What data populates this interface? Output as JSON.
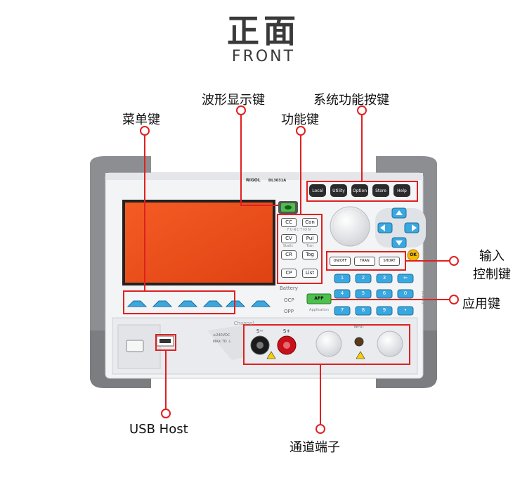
{
  "title": {
    "cn": "正面",
    "en": "FRONT"
  },
  "callouts": {
    "menu_keys": "菜单键",
    "waveform_key": "波形显示键",
    "function_keys": "功能键",
    "system_keys": "系统功能按键",
    "input_control_line1": "输入",
    "input_control_line2": "控制键",
    "apply_key": "应用键",
    "usb_host": "USB Host",
    "channel_terminals": "通道端子"
  },
  "device": {
    "brand": "RIGOL",
    "model": "DL3031A",
    "system_buttons": [
      "Local",
      "Utility",
      "Option",
      "Store",
      "Help"
    ],
    "function_buttons": {
      "cc": "CC",
      "con": "Con",
      "function_label": "FUNCTION",
      "cv": "CV",
      "pul": "Pul",
      "static_label": "Static",
      "tran_label": "Tran",
      "cr": "CR",
      "tog": "Tog",
      "cp": "CP",
      "list": "List"
    },
    "input_buttons": [
      "ON/OFF",
      "TRAN",
      "SHORT"
    ],
    "ok_label": "OK",
    "keypad": [
      "1",
      "2",
      "3",
      "⇐",
      "4",
      "5",
      "6",
      "0",
      "7",
      "8",
      "9",
      "•"
    ],
    "battery_label": "Battery",
    "ocp_label": "OCP",
    "opp_label": "OPP",
    "apply_button": "APP",
    "application_label": "Application",
    "channel_label": "Channel",
    "voltage_warning_line1": "≤240VDC",
    "voltage_warning_line2": "MAX TO ⏚",
    "sense_minus": "S−",
    "sense_plus": "S+",
    "input_label": "INPUT",
    "control_label": "Control"
  },
  "colors": {
    "accent_red": "#e02020",
    "screen": "#ef4c18",
    "softkey": "#3aa8e0",
    "bumper": "#8a8c90"
  }
}
